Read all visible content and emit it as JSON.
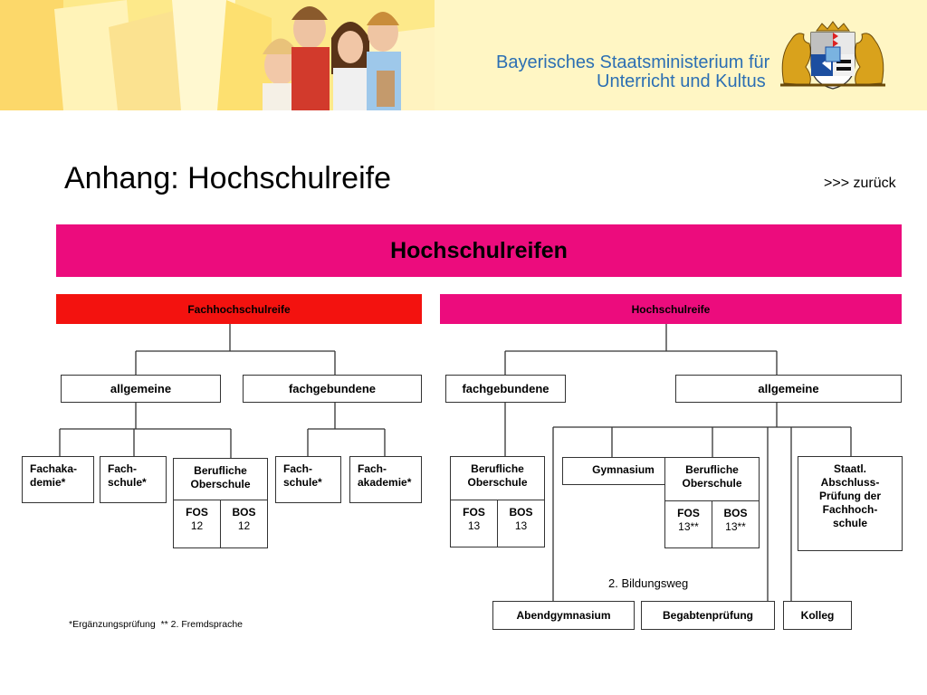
{
  "header": {
    "ministry_line1": "Bayerisches Staatsministerium für",
    "ministry_line2": "Unterricht und Kultus"
  },
  "title": "Anhang: Hochschulreife",
  "back_link": ">>> zurück",
  "diagram": {
    "root": "Hochschulreifen",
    "fachhochschulreife": "Fachhochschulreife",
    "hochschulreife": "Hochschulreife",
    "fhr_allgemeine": "allgemeine",
    "fhr_fachgebundene": "fachgebundene",
    "hr_fachgebundene": "fachgebundene",
    "hr_allgemeine": "allgemeine",
    "fachakademie_1": "Fachaka-\ndemie*",
    "fachschule_1": "Fach-\nschule*",
    "bos_left": "Berufliche\nOberschule",
    "fos12": "FOS",
    "fos12_num": "12",
    "bos12": "BOS",
    "bos12_num": "12",
    "fachschule_2": "Fach-\nschule*",
    "fachakademie_2": "Fach-\nakademie*",
    "bos_mid": "Berufliche\nOberschule",
    "fos13": "FOS",
    "fos13_num": "13",
    "bos13": "BOS",
    "bos13_num": "13",
    "gymnasium": "Gymnasium",
    "bos_right": "Berufliche\nOberschule",
    "fos13b": "FOS",
    "fos13b_num": "13**",
    "bos13b": "BOS",
    "bos13b_num": "13**",
    "staatl": "Staatl.\nAbschluss-\nPrüfung der\nFachhoch-\nschule",
    "bildungsweg": "2. Bildungsweg",
    "abendgymnasium": "Abendgymnasium",
    "begabtenpruefung": "Begabtenprüfung",
    "kolleg": "Kolleg"
  },
  "footnote": "*Ergänzungsprüfung  ** 2. Fremdsprache",
  "colors": {
    "header_bg": "#fff6c4",
    "ministry_blue": "#2c6fb3",
    "pink": "#ec0c7d",
    "red": "#f3120f"
  }
}
